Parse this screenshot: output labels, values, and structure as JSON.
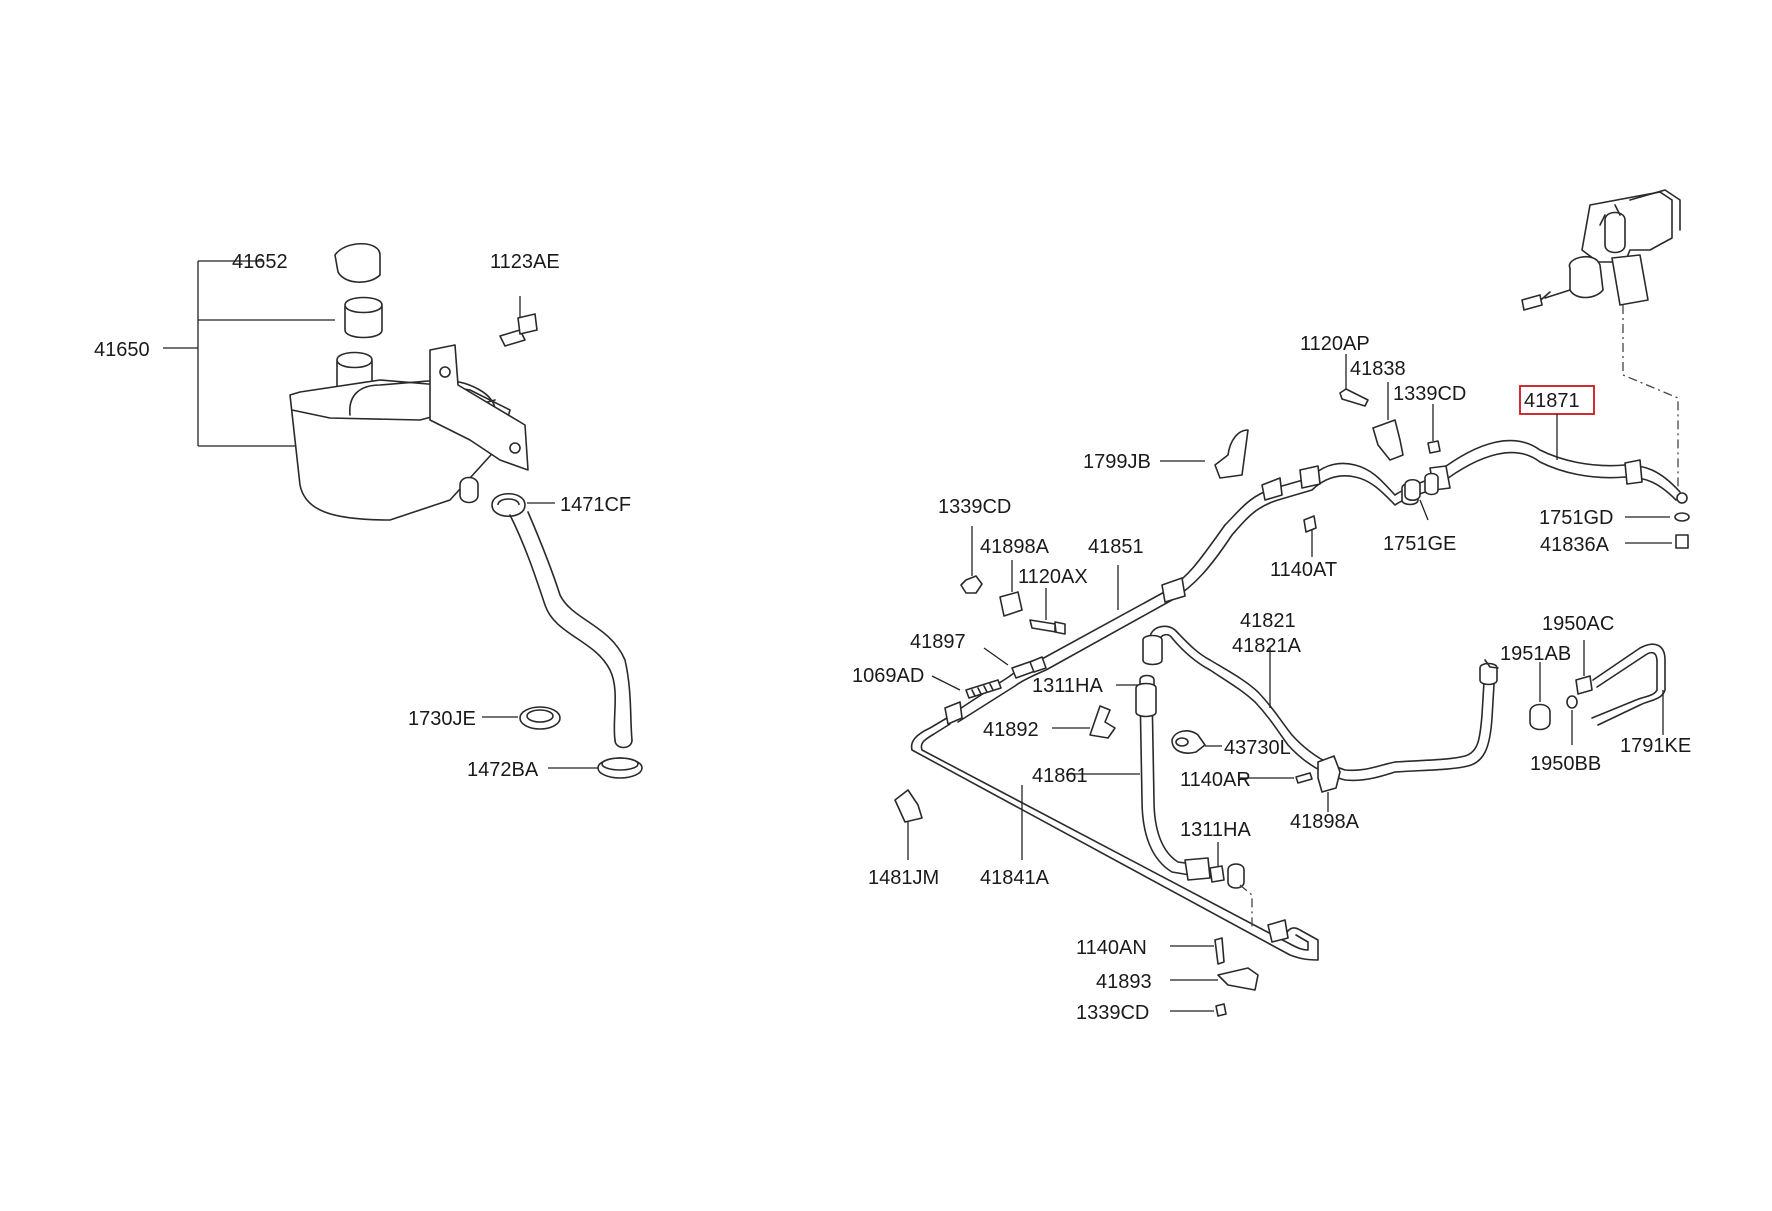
{
  "highlight_color": "#c8181e",
  "labels": {
    "p41652": "41652",
    "p1123AE": "1123AE",
    "p41650": "41650",
    "p1471CF": "1471CF",
    "p1730JE": "1730JE",
    "p1472BA": "1472BA",
    "p1120AP": "1120AP",
    "p41838": "41838",
    "p1339CD_a": "1339CD",
    "p41871": "41871",
    "p1799JB": "1799JB",
    "p1751GD": "1751GD",
    "p41836A": "41836A",
    "p1751GE": "1751GE",
    "p1140AT": "1140AT",
    "p1339CD_b": "1339CD",
    "p41898A_a": "41898A",
    "p41851": "41851",
    "p1120AX": "1120AX",
    "p41821": "41821",
    "p41821A": "41821A",
    "p1950AC": "1950AC",
    "p1951AB": "1951AB",
    "p41897": "41897",
    "p1069AD": "1069AD",
    "p1311HA_a": "1311HA",
    "p41892": "41892",
    "p43730L": "43730L",
    "p1791KE": "1791KE",
    "p1950BB": "1950BB",
    "p41861": "41861",
    "p1140AR": "1140AR",
    "p41898A_b": "41898A",
    "p1311HA_b": "1311HA",
    "p1481JM": "1481JM",
    "p41841A": "41841A",
    "p1140AN": "1140AN",
    "p41893": "41893",
    "p1339CD_c": "1339CD"
  }
}
